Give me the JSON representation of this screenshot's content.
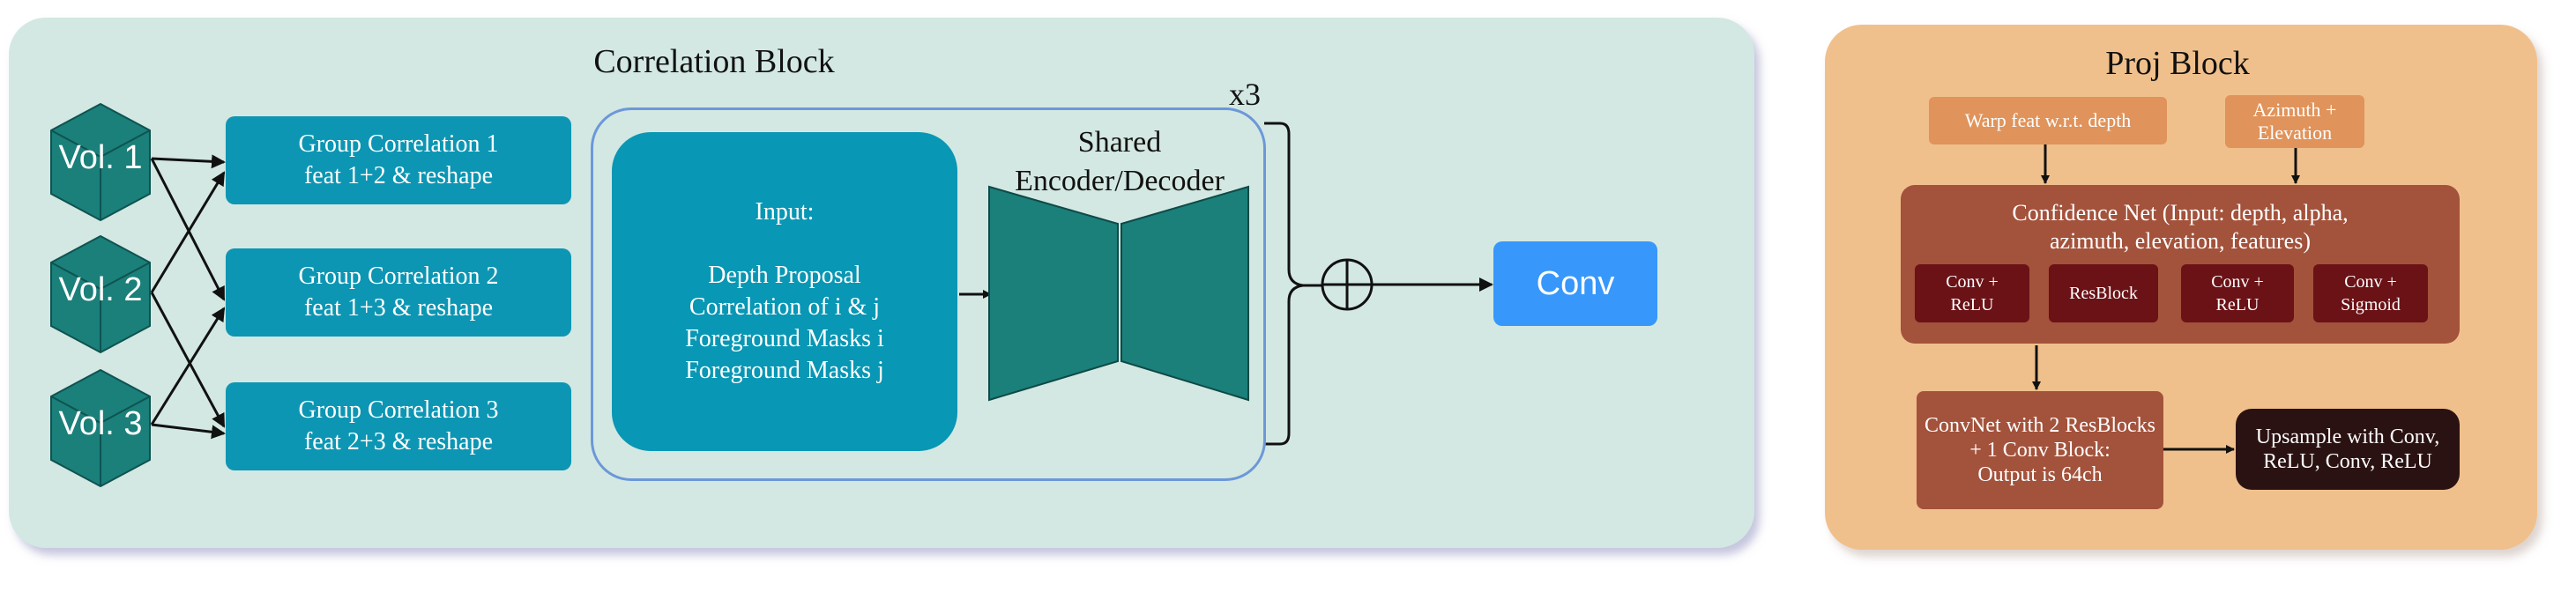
{
  "correlation_block": {
    "title": "Correlation Block",
    "volumes": [
      "Vol. 1",
      "Vol. 2",
      "Vol. 3"
    ],
    "group_correlations": [
      {
        "line1": "Group Correlation 1",
        "line2": "feat 1+2 & reshape"
      },
      {
        "line1": "Group Correlation 2",
        "line2": "feat 1+3 & reshape"
      },
      {
        "line1": "Group Correlation 3",
        "line2": "feat 2+3 & reshape"
      }
    ],
    "input_box": {
      "heading": "Input:",
      "lines": [
        "Depth Proposal",
        "Correlation of i & j",
        "Foreground Masks i",
        "Foreground Masks j"
      ]
    },
    "encoder_decoder": {
      "line1": "Shared",
      "line2": "Encoder/Decoder"
    },
    "repeat_label": "x3",
    "conv_label": "Conv"
  },
  "proj_block": {
    "title": "Proj Block",
    "warp_label": "Warp feat w.r.t. depth",
    "azimuth_label": {
      "line1": "Azimuth  +",
      "line2": "Elevation"
    },
    "confidence_net": {
      "line1": "Confidence Net (Input: depth, alpha,",
      "line2": "azimuth, elevation, features)",
      "steps": [
        {
          "line1": "Conv +",
          "line2": "ReLU"
        },
        {
          "line1": "ResBlock",
          "line2": ""
        },
        {
          "line1": "Conv +",
          "line2": "ReLU"
        },
        {
          "line1": "Conv +",
          "line2": "Sigmoid"
        }
      ]
    },
    "convnet": {
      "line1": "ConvNet with 2 ResBlocks",
      "line2": "+ 1 Conv Block:",
      "line3": "Output is 64ch"
    },
    "upsample": {
      "line1": "Upsample with Conv,",
      "line2": "ReLU, Conv, ReLU"
    }
  },
  "colors": {
    "correlation_panel": "#d3e8e2",
    "proj_panel": "#f0c08c",
    "teal_box": "#0c96b3",
    "cube_face": "#1b7f7a",
    "trapezoid": "#1b7f7a",
    "conv_button": "#3797fb",
    "confidence_net": "#a3523b",
    "dark_red_step": "#6a1216",
    "upsample_box": "#2b1212",
    "orange_input": "#e0935a"
  }
}
